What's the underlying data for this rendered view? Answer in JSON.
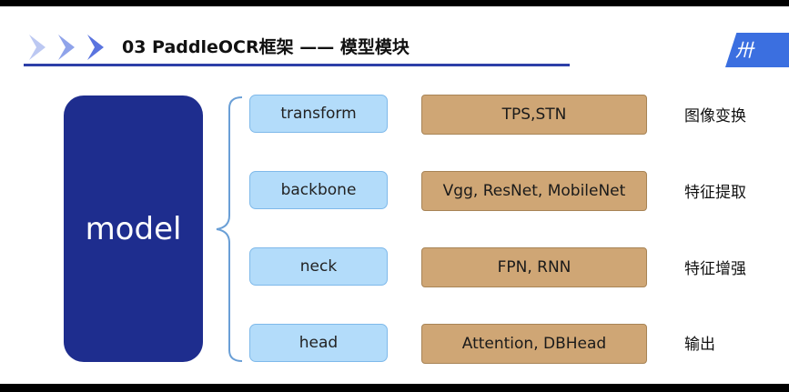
{
  "header": {
    "title": "03 PaddleOCR框架 —— 模型模块",
    "logo_text": "卅"
  },
  "model": {
    "label": "model"
  },
  "rows": [
    {
      "component": "transform",
      "implementations": "TPS,STN",
      "description": "图像变换"
    },
    {
      "component": "backbone",
      "implementations": "Vgg, ResNet, MobileNet",
      "description": "特征提取"
    },
    {
      "component": "neck",
      "implementations": "FPN, RNN",
      "description": "特征增强"
    },
    {
      "component": "head",
      "implementations": "Attention, DBHead",
      "description": "输出"
    }
  ],
  "colors": {
    "model_box": "#1e2d8e",
    "component_box": "#b3dcfa",
    "implementation_box": "#cfa675",
    "accent": "#2d3fa8",
    "logo": "#3b6fe0"
  }
}
